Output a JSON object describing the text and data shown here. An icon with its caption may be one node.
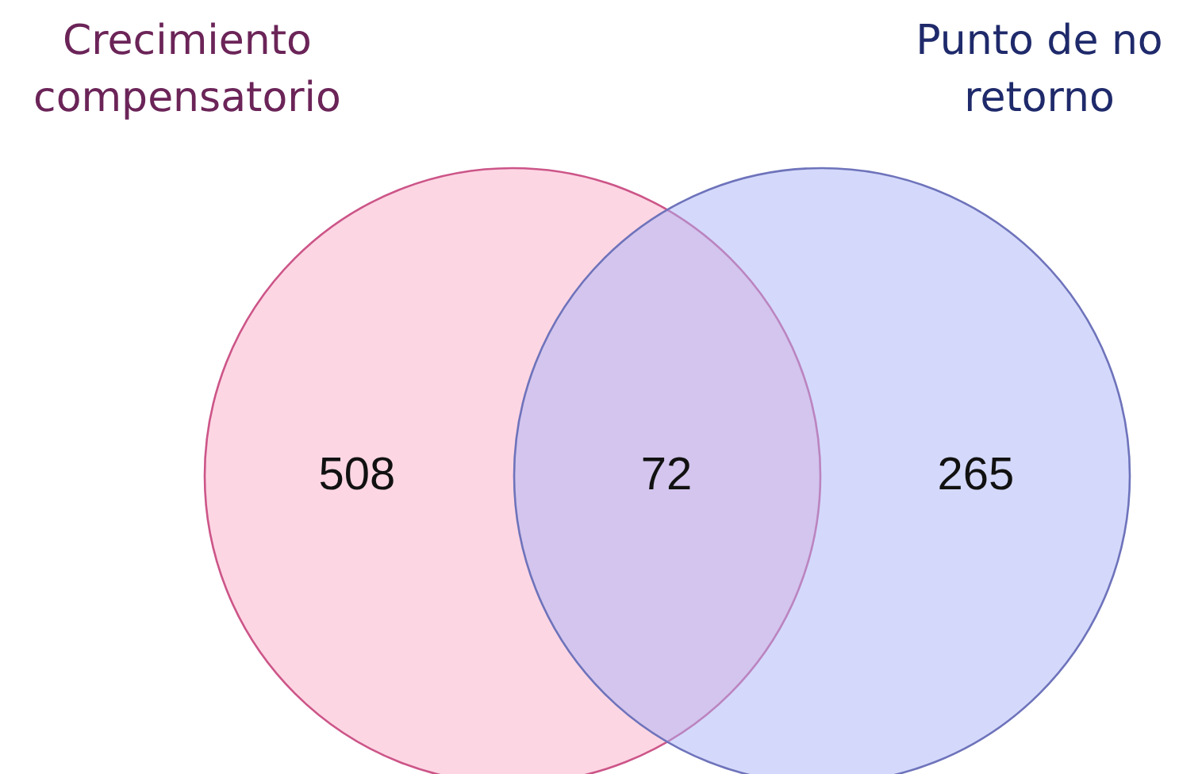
{
  "diagram": {
    "nodes": [
      {
        "text": [
          "Crecimiento compensatorio",
          "508"
        ]
      },
      {
        "text": [
          "Punto de no retorno",
          "265"
        ]
      }
    ],
    "labels": [
      "72"
    ]
  }
}
